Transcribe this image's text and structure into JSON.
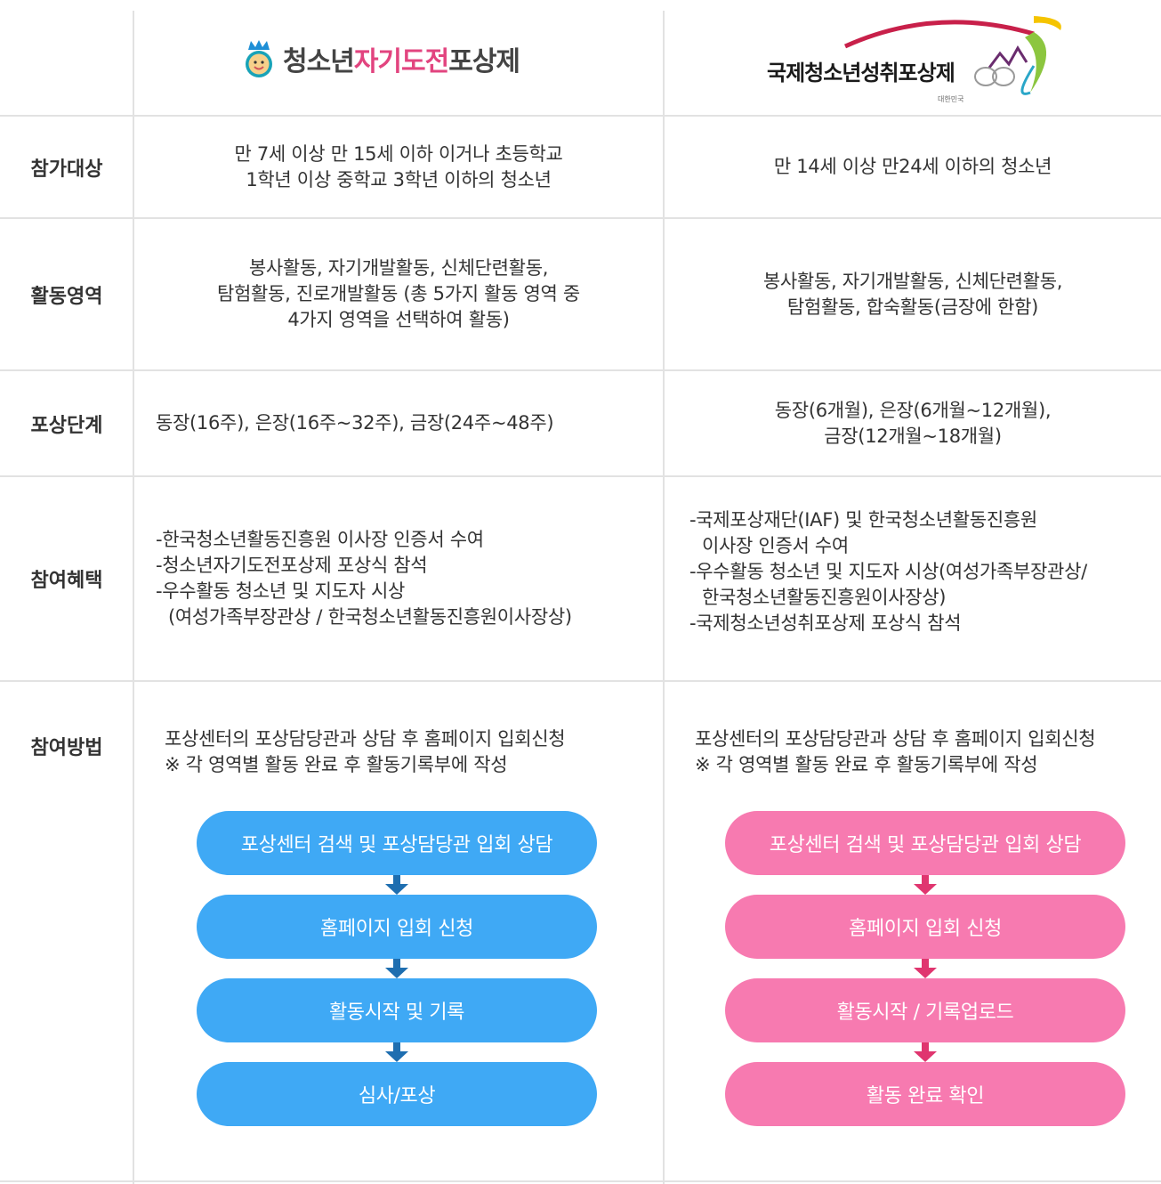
{
  "programs": {
    "left": {
      "logo": "청소년자기도전포상제",
      "logo_parts": [
        "청소년",
        "자기도전",
        "포상제"
      ]
    },
    "right": {
      "logo": "국제청소년성취포상제",
      "logo_sub": "대한민국"
    }
  },
  "rows": [
    {
      "header": "참가대상",
      "left": [
        "만 7세 이상 만 15세 이하 이거나 초등학교",
        "1학년 이상 중학교 3학년 이하의 청소년"
      ],
      "right": [
        "만 14세 이상 만24세 이하의 청소년"
      ]
    },
    {
      "header": "활동영역",
      "left": [
        "봉사활동, 자기개발활동, 신체단련활동,",
        "탐험활동, 진로개발활동 (총 5가지 활동 영역 중",
        "4가지 영역을 선택하여 활동)"
      ],
      "right": [
        "봉사활동, 자기개발활동, 신체단련활동,",
        "탐험활동, 합숙활동(금장에 한함)"
      ]
    },
    {
      "header": "포상단계",
      "left": [
        "동장(16주), 은장(16주~32주), 금장(24주~48주)"
      ],
      "right": [
        "동장(6개월), 은장(6개월~12개월),",
        "금장(12개월~18개월)"
      ]
    },
    {
      "header": "참여혜택",
      "left": [
        "-한국청소년활동진흥원 이사장 인증서 수여",
        "-청소년자기도전포상제 포상식 참석",
        "-우수활동 청소년 및 지도자 시상",
        "(여성가족부장관상 / 한국청소년활동진흥원이사장상)"
      ],
      "right": [
        "-국제포상재단(IAF) 및 한국청소년활동진흥원",
        "이사장 인증서 수여",
        "-우수활동 청소년 및 지도자 시상(여성가족부장관상/",
        "한국청소년활동진흥원이사장상)",
        "-국제청소년성취포상제 포상식 참석"
      ]
    },
    {
      "header": "참여방법",
      "left": [
        "포상센터의 포상담당관과 상담 후 홈페이지 입회신청",
        "※ 각 영역별 활동 완료 후 활동기록부에 작성"
      ],
      "right": [
        "포상센터의 포상담당관과 상담 후 홈페이지 입회신청",
        "※ 각 영역별 활동 완료 후 활동기록부에 작성"
      ]
    }
  ],
  "flows": {
    "left": {
      "color": "#3fa9f5",
      "arrow_color": "#1e6eb0",
      "steps": [
        "포상센터 검색 및 포상담당관 입회 상담",
        "홈페이지 입회 신청",
        "활동시작 및 기록",
        "심사/포상"
      ]
    },
    "right": {
      "color": "#f77ab0",
      "arrow_color": "#e0356f",
      "steps": [
        "포상센터 검색 및 포상담당관 입회 상담",
        "홈페이지 입회 신청",
        "활동시작 / 기록업로드",
        "활동 완료 확인"
      ]
    }
  }
}
